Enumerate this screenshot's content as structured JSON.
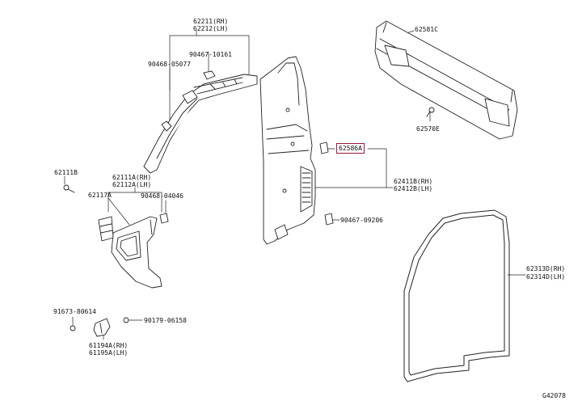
{
  "diagram": {
    "ref_code": "G42078",
    "highlight_color": "#9b1b3a",
    "labels": {
      "p62211": "62211(RH)",
      "p62212": "62212(LH)",
      "p90467_10161": "90467-10161",
      "p90468_05077": "90468-05077",
      "p62111B": "62111B",
      "p62111A": "62111A(RH)",
      "p62112A": "62112A(LH)",
      "p62117A": "62117A",
      "p90468_04046": "90468-04046",
      "p62581C": "62581C",
      "p62570E": "62570E",
      "p62586A": "62586A",
      "p62411B": "62411B(RH)",
      "p62412B": "62412B(LH)",
      "p90467_09206": "90467-09206",
      "p62313D": "62313D(RH)",
      "p62314D": "62314D(LH)",
      "p91673_80614": "91673-80614",
      "p90179_06158": "90179-06158",
      "p61194A": "61194A(RH)",
      "p61195A": "61195A(LH)"
    }
  }
}
